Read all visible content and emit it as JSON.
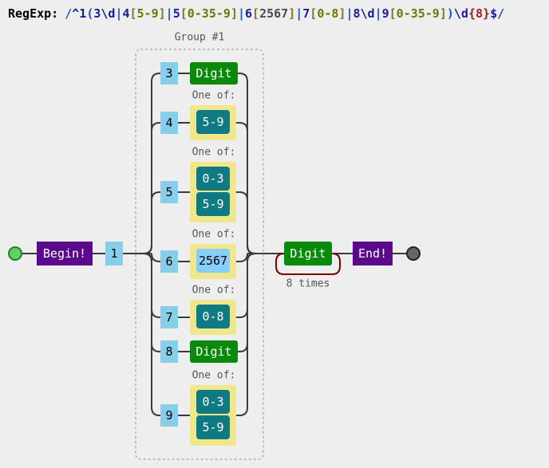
{
  "regex_label": "RegExp:",
  "regex_tokens": [
    {
      "t": "/",
      "c": "#1c54c8"
    },
    {
      "t": "^",
      "c": "#1a1a9a"
    },
    {
      "t": "1",
      "c": "#1a1a9a"
    },
    {
      "t": "(",
      "c": "#1c54c8"
    },
    {
      "t": "3",
      "c": "#1a1a9a"
    },
    {
      "t": "\\d",
      "c": "#1a1a9a"
    },
    {
      "t": "|",
      "c": "#1c54c8"
    },
    {
      "t": "4",
      "c": "#1a1a9a"
    },
    {
      "t": "[",
      "c": "#7a7a2a"
    },
    {
      "t": "5-9",
      "c": "#6b7a00"
    },
    {
      "t": "]",
      "c": "#7a7a2a"
    },
    {
      "t": "|",
      "c": "#1c54c8"
    },
    {
      "t": "5",
      "c": "#1a1a9a"
    },
    {
      "t": "[",
      "c": "#7a7a2a"
    },
    {
      "t": "0-35-9",
      "c": "#6b7a00"
    },
    {
      "t": "]",
      "c": "#7a7a2a"
    },
    {
      "t": "|",
      "c": "#1c54c8"
    },
    {
      "t": "6",
      "c": "#1a1a9a"
    },
    {
      "t": "[",
      "c": "#7a7a2a"
    },
    {
      "t": "2567",
      "c": "#4a4a4a"
    },
    {
      "t": "]",
      "c": "#7a7a2a"
    },
    {
      "t": "|",
      "c": "#1c54c8"
    },
    {
      "t": "7",
      "c": "#1a1a9a"
    },
    {
      "t": "[",
      "c": "#7a7a2a"
    },
    {
      "t": "0-8",
      "c": "#6b7a00"
    },
    {
      "t": "]",
      "c": "#7a7a2a"
    },
    {
      "t": "|",
      "c": "#1c54c8"
    },
    {
      "t": "8",
      "c": "#1a1a9a"
    },
    {
      "t": "\\d",
      "c": "#1a1a9a"
    },
    {
      "t": "|",
      "c": "#1c54c8"
    },
    {
      "t": "9",
      "c": "#1a1a9a"
    },
    {
      "t": "[",
      "c": "#7a7a2a"
    },
    {
      "t": "0-35-9",
      "c": "#6b7a00"
    },
    {
      "t": "]",
      "c": "#7a7a2a"
    },
    {
      "t": ")",
      "c": "#1c54c8"
    },
    {
      "t": "\\d",
      "c": "#1a1a9a"
    },
    {
      "t": "{8}",
      "c": "#a02020"
    },
    {
      "t": "$",
      "c": "#1a1a9a"
    },
    {
      "t": "/",
      "c": "#1c54c8"
    }
  ],
  "group_label": "Group #1",
  "begin_label": "Begin!",
  "end_label": "End!",
  "first_literal": "1",
  "one_of_label": "One of:",
  "branches": [
    {
      "literal": "3",
      "kind": "digit",
      "label": "Digit"
    },
    {
      "literal": "4",
      "kind": "set",
      "items": [
        "5-9"
      ]
    },
    {
      "literal": "5",
      "kind": "set",
      "items": [
        "0-3",
        "5-9"
      ]
    },
    {
      "literal": "6",
      "kind": "chars",
      "items": [
        "2567"
      ]
    },
    {
      "literal": "7",
      "kind": "set",
      "items": [
        "0-8"
      ]
    },
    {
      "literal": "8",
      "kind": "digit",
      "label": "Digit"
    },
    {
      "literal": "9",
      "kind": "set",
      "items": [
        "0-3",
        "5-9"
      ]
    }
  ],
  "repeat": {
    "label": "Digit",
    "times_label": "8 times"
  },
  "colors": {
    "background": "#eeeeee",
    "anchor": "#5a0a8a",
    "literal": "#87ceeb",
    "digit": "#0a8a0a",
    "set_outer": "#f0e68c",
    "range": "#0f7a82",
    "chars": "#87cefa",
    "repeat_loop": "#7a0000",
    "line": "#3a3a3a",
    "group_border": "#b0b0b0"
  }
}
